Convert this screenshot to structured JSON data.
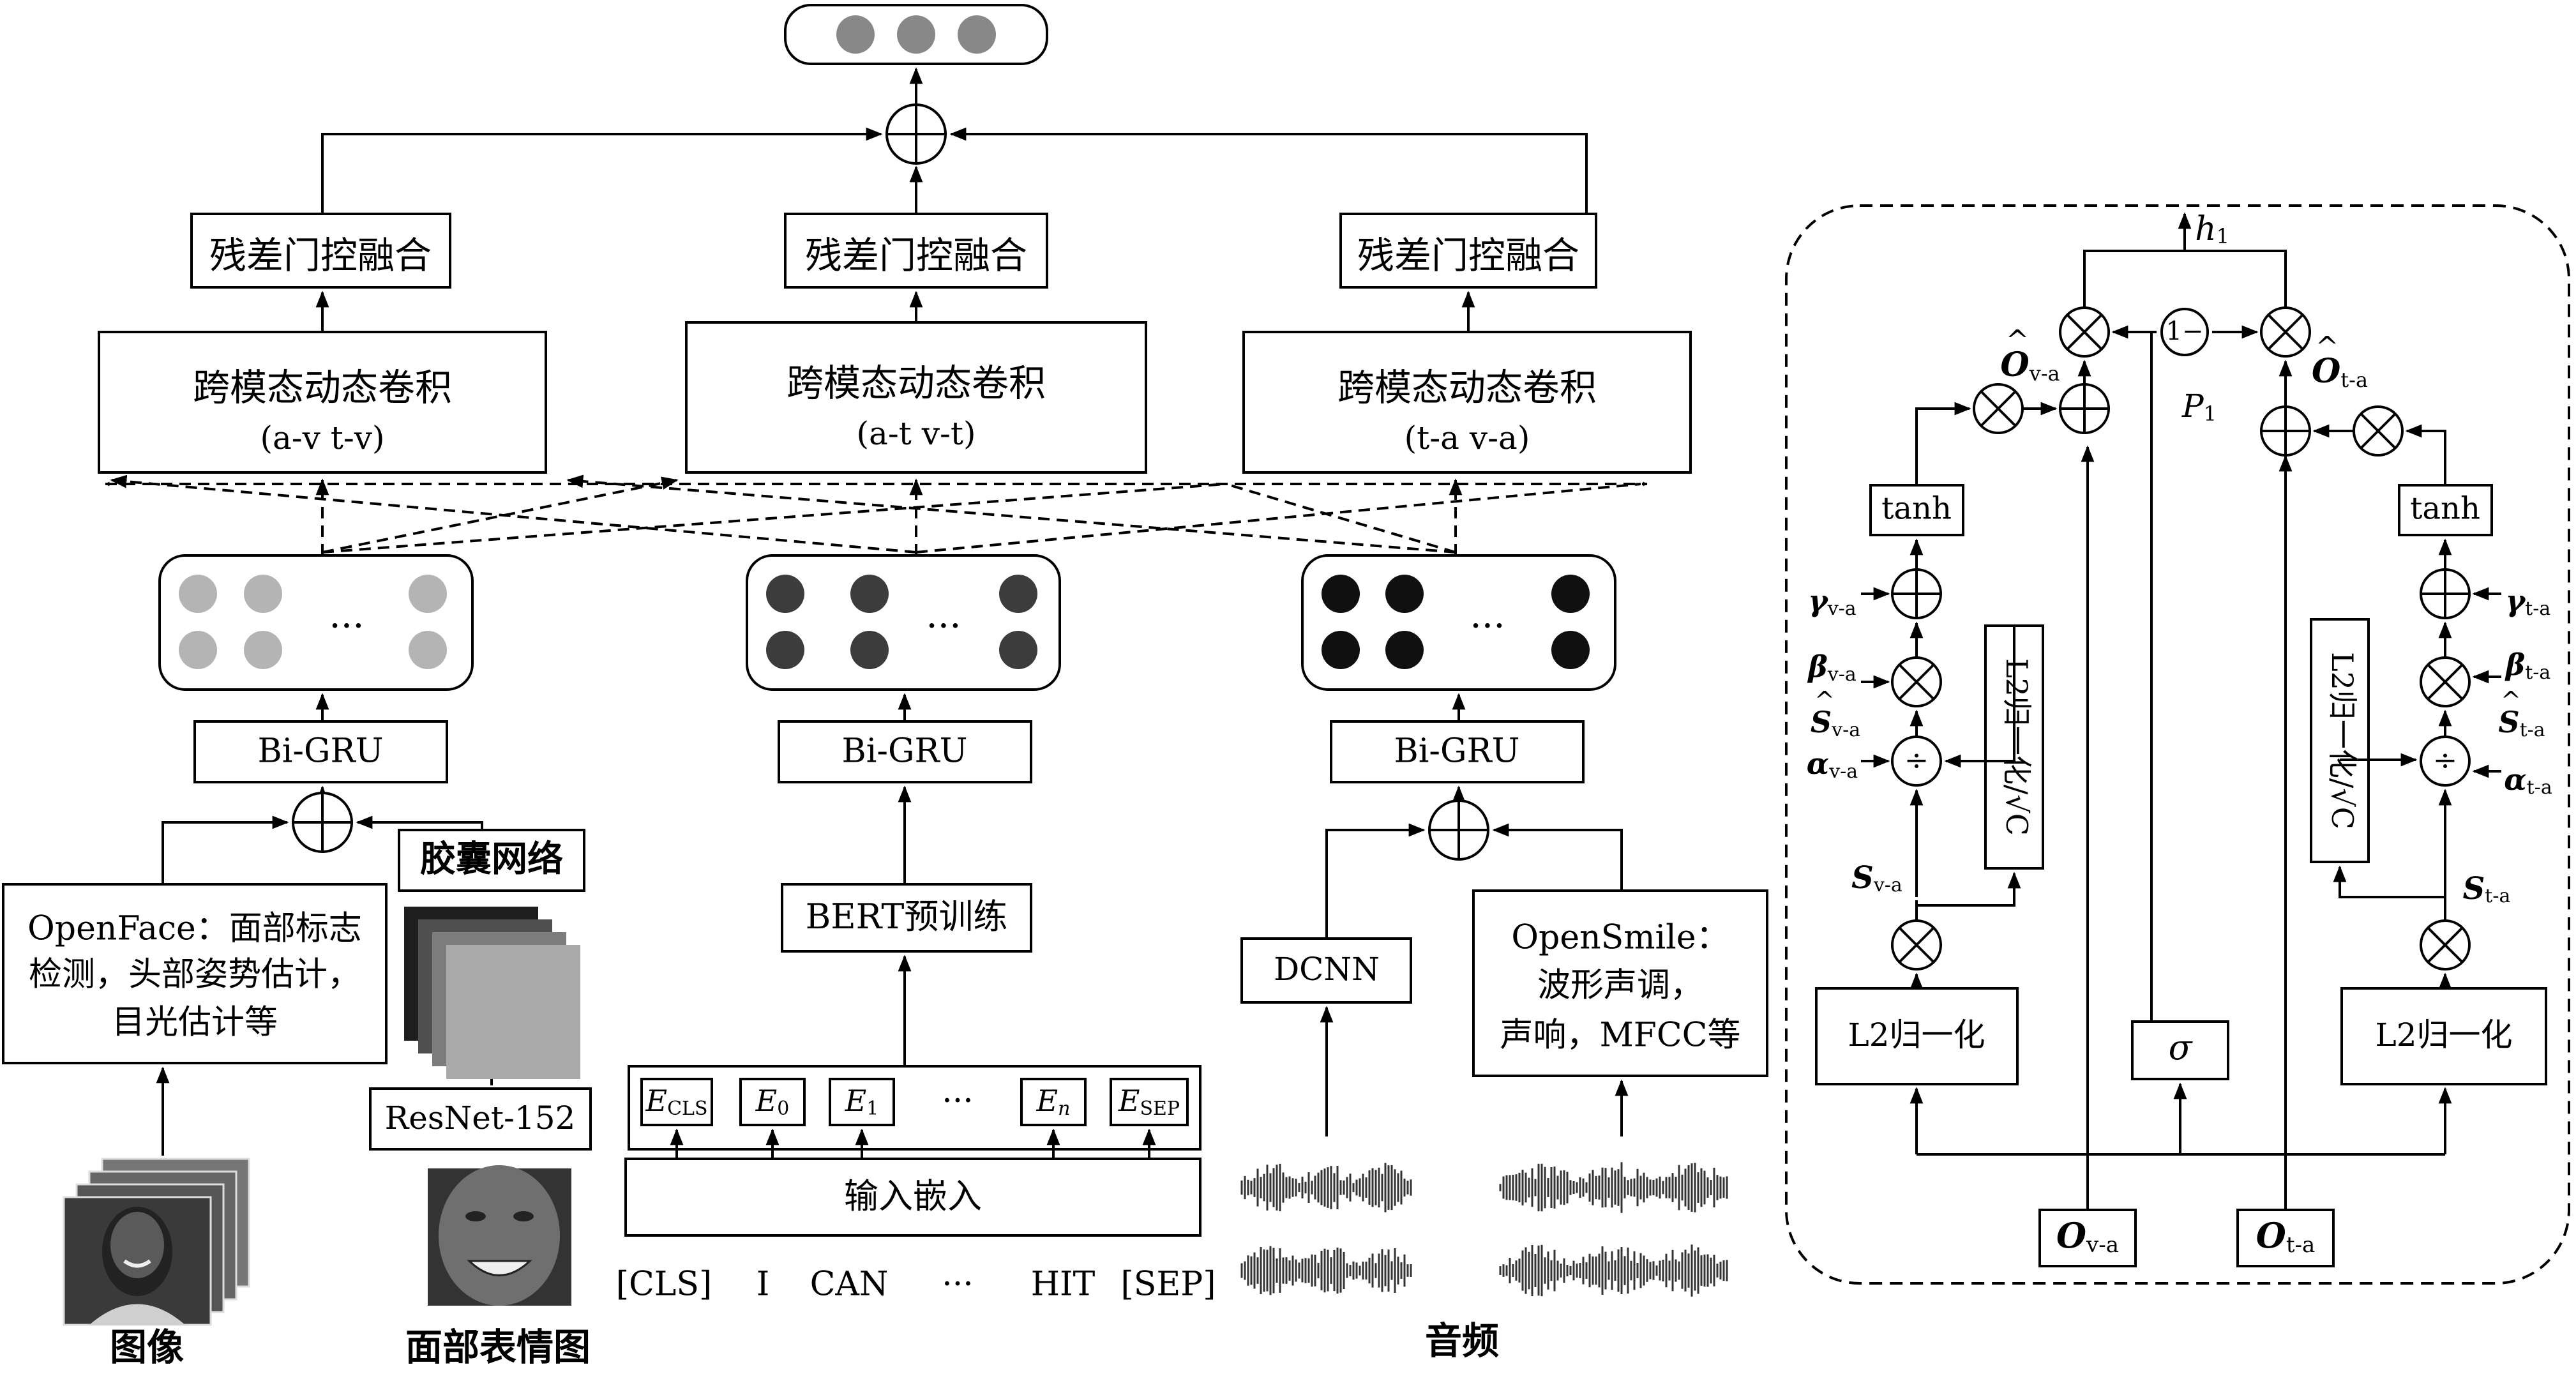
{
  "output": {
    "dots": 3
  },
  "fusion": {
    "label": "残差门控融合"
  },
  "conv": {
    "title": "跨模态动态卷积",
    "left_pair": "(a-v t-v)",
    "mid_pair": "(a-t v-t)",
    "right_pair": "(t-a v-a)"
  },
  "bigru": {
    "label": "Bi-GRU",
    "ellipsis": "···"
  },
  "colors": {
    "light": "#b4b4b4",
    "mid": "#3c3c3c",
    "dark": "#101010"
  },
  "visual": {
    "openface": [
      "OpenFace：面部标志",
      "检测，头部姿势估计，",
      "目光估计等"
    ],
    "image_label": "图像",
    "capsule": "胶囊网络",
    "resnet": "ResNet-152",
    "face_label": "面部表情图"
  },
  "text": {
    "bert": "BERT预训练",
    "embeddings": [
      "CLS",
      "0",
      "1",
      "n",
      "SEP"
    ],
    "embed_symbol": "E",
    "ellipsis": "···",
    "input_embed": "输入嵌入",
    "tokens": [
      "[CLS]",
      "I",
      "CAN",
      "···",
      "HIT",
      "[SEP]"
    ]
  },
  "audio": {
    "dcnn": "DCNN",
    "opensmile": [
      "OpenSmile：",
      "波形声调，",
      "声响，MFCC等"
    ],
    "label": "音频"
  },
  "detail": {
    "h": "h",
    "h_sub": "1",
    "one_minus": "1−",
    "O": "O",
    "S": "S",
    "P": "P",
    "P_sub": "1",
    "sub_va": "v-a",
    "sub_ta": "t-a",
    "alpha": "α",
    "beta": "β",
    "gamma": "γ",
    "tanh": "tanh",
    "l2norm": "L2归一化",
    "l2vert": "L2归一化/√C",
    "sigma": "σ",
    "div": "÷"
  }
}
